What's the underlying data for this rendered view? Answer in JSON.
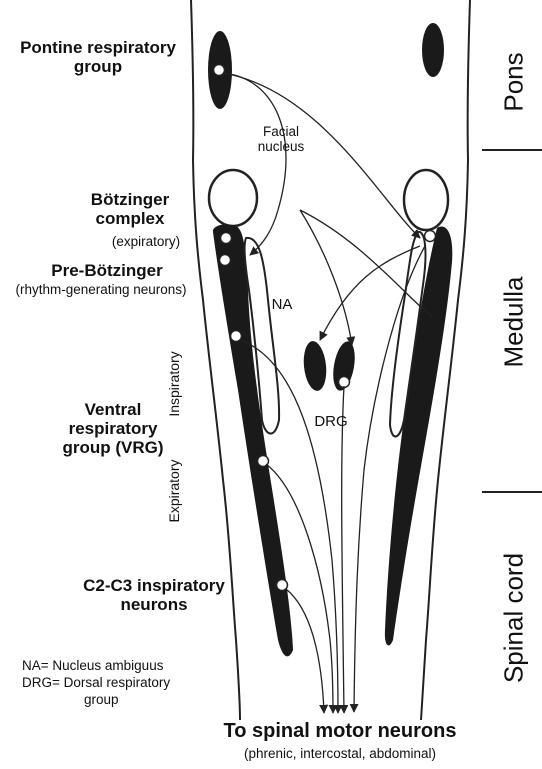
{
  "labels": {
    "pontine": "Pontine respiratory group",
    "facial": "Facial nucleus",
    "botzinger": "Bötzinger complex",
    "botzinger_sub": "(expiratory)",
    "prebotzinger": "Pre-Bötzinger",
    "prebotzinger_sub": "(rhythm-generating neurons)",
    "na": "NA",
    "drg": "DRG",
    "vrg": "Ventral respiratory group (VRG)",
    "inspiratory": "Inspiratory",
    "expiratory": "Expiratory",
    "c2c3": "C2-C3 inspiratory neurons",
    "bottom_title": "To spinal motor neurons",
    "bottom_sub": "(phrenic, intercostal, abdominal)"
  },
  "regions": {
    "pons": "Pons",
    "medulla": "Medulla",
    "spinal_cord": "Spinal cord"
  },
  "legend": {
    "na": "NA= Nucleus ambiguus",
    "drg_line1": "DRG= Dorsal respiratory",
    "drg_line2": "group"
  },
  "colors": {
    "nucleus_fill": "#1a1a1a",
    "outline": "#222222",
    "background": "#ffffff"
  }
}
